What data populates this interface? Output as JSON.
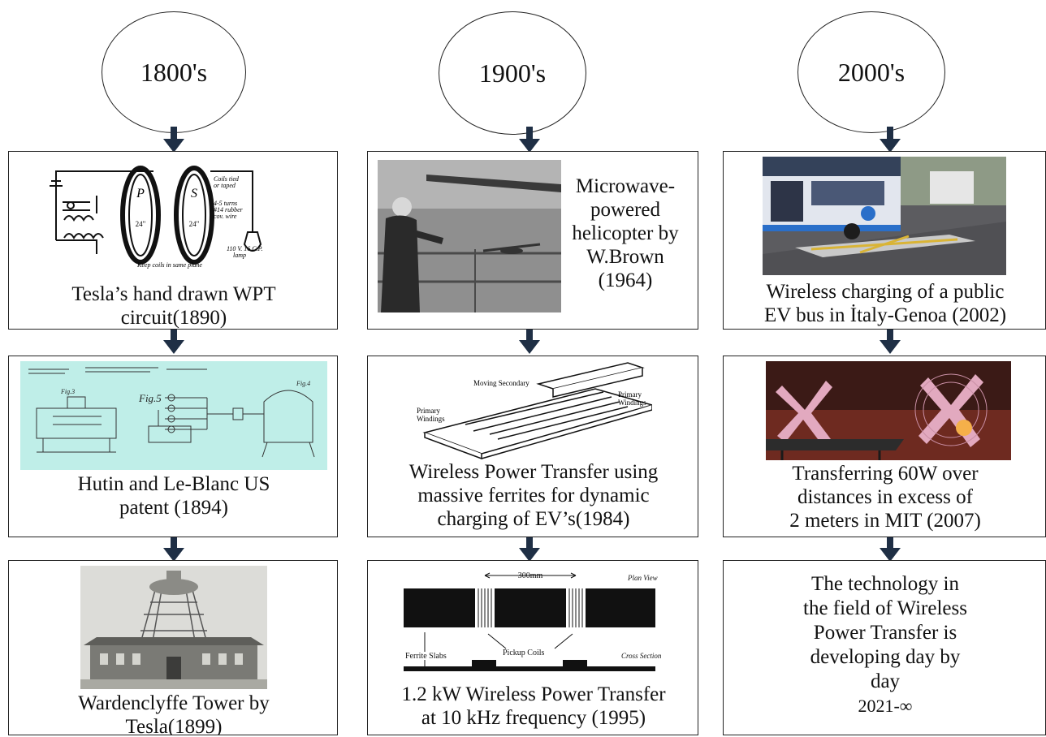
{
  "eras": [
    "1800's",
    "1900's",
    "2000's"
  ],
  "captions": {
    "c1r1": [
      "Tesla’s hand drawn WPT",
      "circuit(1890)"
    ],
    "c1r2": [
      "Hutin and Le-Blanc US",
      "patent (1894)"
    ],
    "c1r3": [
      "Wardenclyffe Tower by",
      "Tesla(1899)"
    ],
    "c2r1": [
      "Microwave-",
      "powered",
      "helicopter by",
      "W.Brown",
      "(1964)"
    ],
    "c2r2": [
      "Wireless Power Transfer using",
      "massive ferrites for dynamic",
      "charging of EV’s(1984)"
    ],
    "c2r3": [
      "1.2 kW  Wireless Power Transfer",
      "at  10 kHz frequency (1995)"
    ],
    "c3r1": [
      "Wireless charging of a public",
      "EV bus in İtaly-Genoa (2002)"
    ],
    "c3r2": [
      "Transferring 60W over",
      "distances in excess of",
      "2 meters in MIT (2007)"
    ],
    "c3r3": [
      "The technology in",
      "the field of Wireless",
      "Power Transfer is",
      "developing day by",
      "day",
      "2021-∞"
    ]
  },
  "figure_labels": {
    "tesla_circuit": {
      "p": "P",
      "s": "S",
      "d24a": "24\"",
      "d24b": "24\"",
      "coils": [
        "Coils tied",
        "or taped"
      ],
      "turns": [
        "4-5 turns",
        "#14 rubber",
        "cov. wire"
      ],
      "lamp": [
        "110 V. 16 C.P.",
        "lamp"
      ],
      "bottom": "Keep coils in same plane"
    },
    "hutin_patent": {
      "fig5": "Fig.5",
      "fig3": "Fig.3",
      "fig4": "Fig.4"
    },
    "ferrites": {
      "moving_secondary": "Moving Secondary",
      "primary_left": [
        "Primary",
        "Windings"
      ],
      "primary_right": [
        "Primary",
        "Windings"
      ]
    },
    "pickup": {
      "dim": "300mm",
      "plan": "Plan View",
      "cross": "Cross Section",
      "ferrite": "Ferrite Slabs",
      "coils": "Pickup Coils"
    }
  },
  "colors": {
    "arrow": "#1f2f45",
    "patent_bg": "#bfeee8",
    "bus_road": "#5c5c60",
    "mit_bg": "#6e2a20"
  }
}
